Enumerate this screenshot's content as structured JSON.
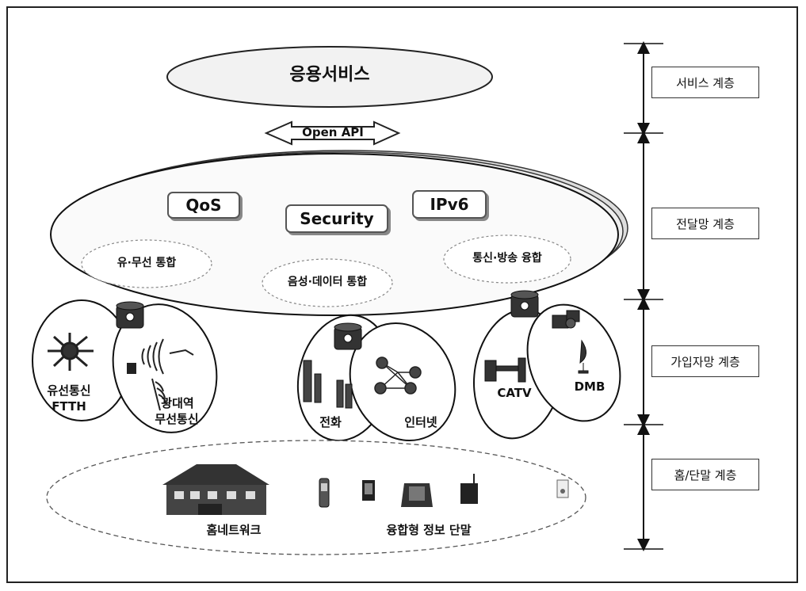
{
  "top": {
    "app_service": "응용서비스",
    "open_api": "Open API"
  },
  "transport": {
    "qos": "QoS",
    "security": "Security",
    "ipv6": "IPv6",
    "wired_wireless": "유·무선 통합",
    "voice_data": "음성·데이터 통합",
    "comm_broadcast": "통신·방송 융합"
  },
  "access": {
    "wired_ftth": [
      "유선통신",
      "FTTH"
    ],
    "broadband_wireless": [
      "광대역",
      "무선통신"
    ],
    "telephone": "전화",
    "internet": "인터넷",
    "catv": "CATV",
    "dmb": "DMB"
  },
  "home": {
    "home_network": "홈네트워크",
    "converged_terminal": "융합형 정보 단말"
  },
  "layers": [
    "서비스 계층",
    "전달망 계층",
    "가입자망 계층",
    "홈/단말 계층"
  ]
}
